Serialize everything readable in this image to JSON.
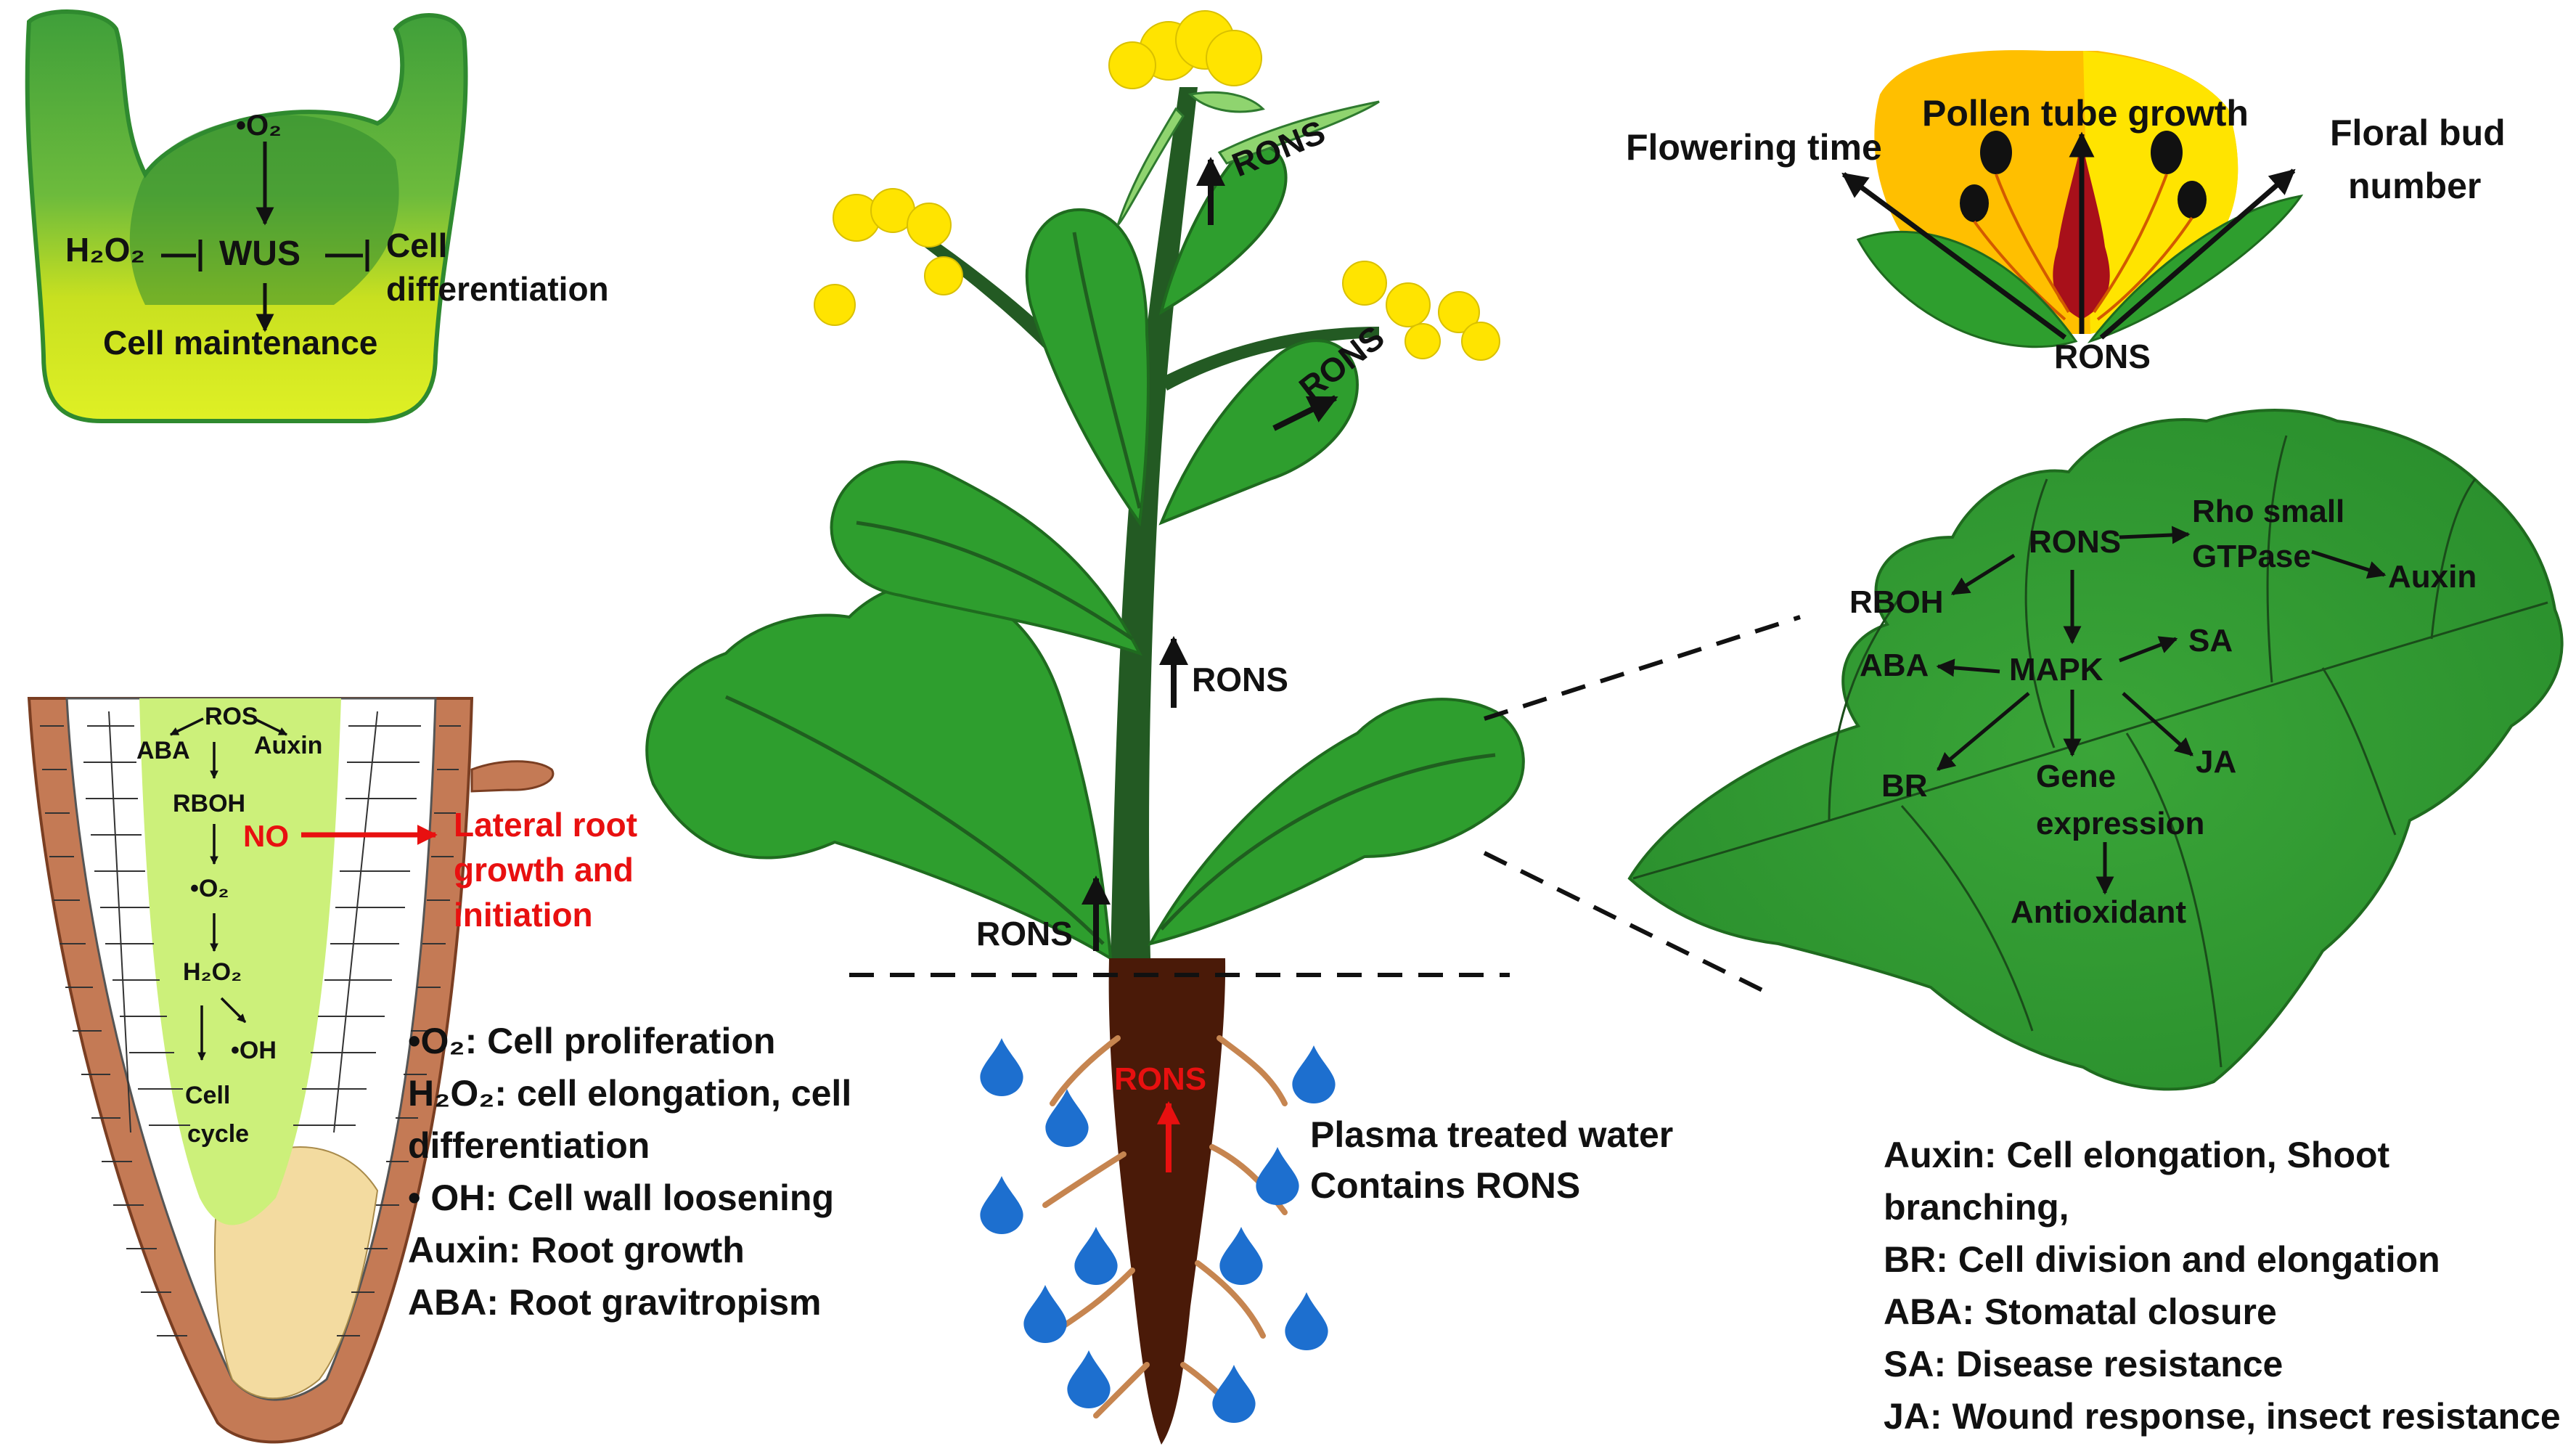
{
  "meristem": {
    "o2": "•O₂",
    "h2o2": "H₂O₂",
    "wus": "WUS",
    "cell_diff_1": "Cell",
    "cell_diff_2": "differentiation",
    "maintenance": "Cell maintenance"
  },
  "root_tip": {
    "ros": "ROS",
    "aba": "ABA",
    "auxin": "Auxin",
    "rboh": "RBOH",
    "no": "NO",
    "o2": "•O₂",
    "h2o2": "H₂O₂",
    "oh": "•OH",
    "cell_cycle_1": "Cell",
    "cell_cycle_2": "cycle",
    "lateral_1": "Lateral root",
    "lateral_2": "growth and",
    "lateral_3": "initiation"
  },
  "root_legend": [
    "•O₂: Cell proliferation",
    "H₂O₂: cell elongation, cell",
    "differentiation",
    "• OH: Cell wall loosening",
    "Auxin: Root growth",
    "ABA: Root gravitropism"
  ],
  "plant": {
    "rons_top": "RONS",
    "rons_branch": "RONS",
    "rons_stem": "RONS",
    "rons_base": "RONS",
    "rons_root": "RONS",
    "water_1": "Plasma treated water",
    "water_2": "Contains RONS"
  },
  "flower": {
    "flowering_time": "Flowering time",
    "pollen_tube": "Pollen tube growth",
    "floral_bud_1": "Floral bud",
    "floral_bud_2": "number",
    "rons": "RONS"
  },
  "leaf": {
    "rons": "RONS",
    "rho_1": "Rho small",
    "rho_2": "GTPase",
    "auxin": "Auxin",
    "rboh": "RBOH",
    "aba": "ABA",
    "mapk": "MAPK",
    "sa": "SA",
    "br": "BR",
    "gene_1": "Gene",
    "gene_2": "expression",
    "ja": "JA",
    "antioxidant": "Antioxidant"
  },
  "leaf_legend": [
    "Auxin: Cell elongation, Shoot",
    "branching,",
    "BR: Cell division and elongation",
    "ABA: Stomatal closure",
    "SA: Disease resistance",
    "JA: Wound response, insect resistance"
  ],
  "colors": {
    "leaf_green": "#2e9e2e",
    "dark_plant": "#235a23",
    "flower_yellow": "#ffe400",
    "root_brown": "#4a1a08",
    "root_outer": "#c47a55",
    "root_inner_green": "#ccf07a",
    "water_blue": "#1d6fcf",
    "arrow_red": "#e81010"
  }
}
